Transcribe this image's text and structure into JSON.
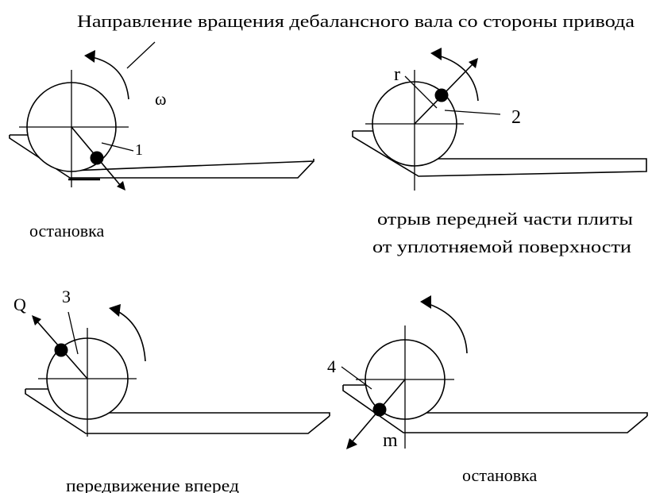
{
  "header": {
    "title": "Направление вращения дебалансного вала со стороны привода",
    "omega": "ω"
  },
  "panels": [
    {
      "caption": "остановка",
      "marker": "1"
    },
    {
      "caption_line1": "отрыв передней части плиты",
      "caption_line2": "от уплотняемой поверхности",
      "marker": "2",
      "radius_label": "r"
    },
    {
      "caption": "передвижение вперед",
      "marker": "3",
      "force_label": "Q"
    },
    {
      "caption": "остановка",
      "marker": "4",
      "mass_label": "m"
    }
  ]
}
